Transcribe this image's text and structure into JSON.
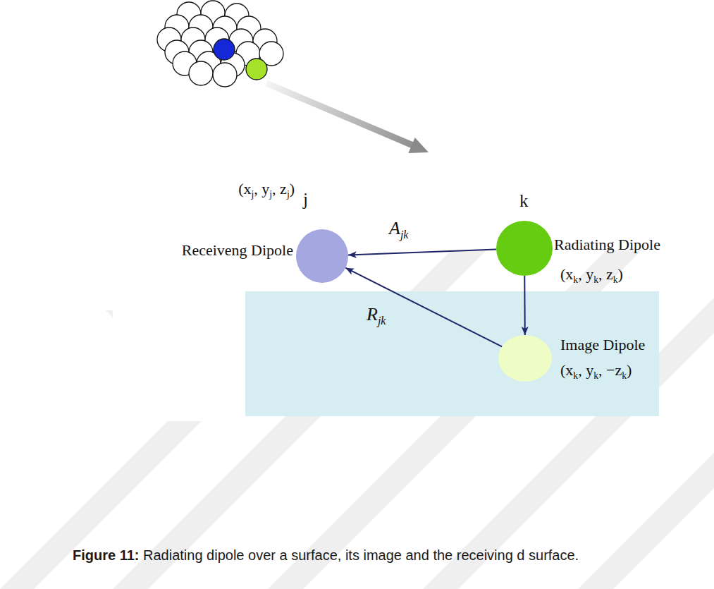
{
  "diagram": {
    "caption": "Figure 11: Radiating dipole over a surface, its image and the receiving d surface.",
    "nodes": [
      {
        "text": [
          "(xj, yj, zj)",
          "j",
          "Receiveng Dipole"
        ]
      },
      {
        "text": [
          "k",
          "Radiating Dipole",
          "(xk, yk, zk)"
        ]
      },
      {
        "text": [
          "Image Dipole",
          "(xk, yk, −zk)"
        ]
      }
    ],
    "edges": [
      {
        "from": 1,
        "to": 0,
        "arrow": "to",
        "label": "Ajk"
      },
      {
        "from": 1,
        "to": 2,
        "arrow": "to"
      },
      {
        "from": 2,
        "to": 0,
        "arrow": "to",
        "label": "Rjk"
      }
    ]
  }
}
